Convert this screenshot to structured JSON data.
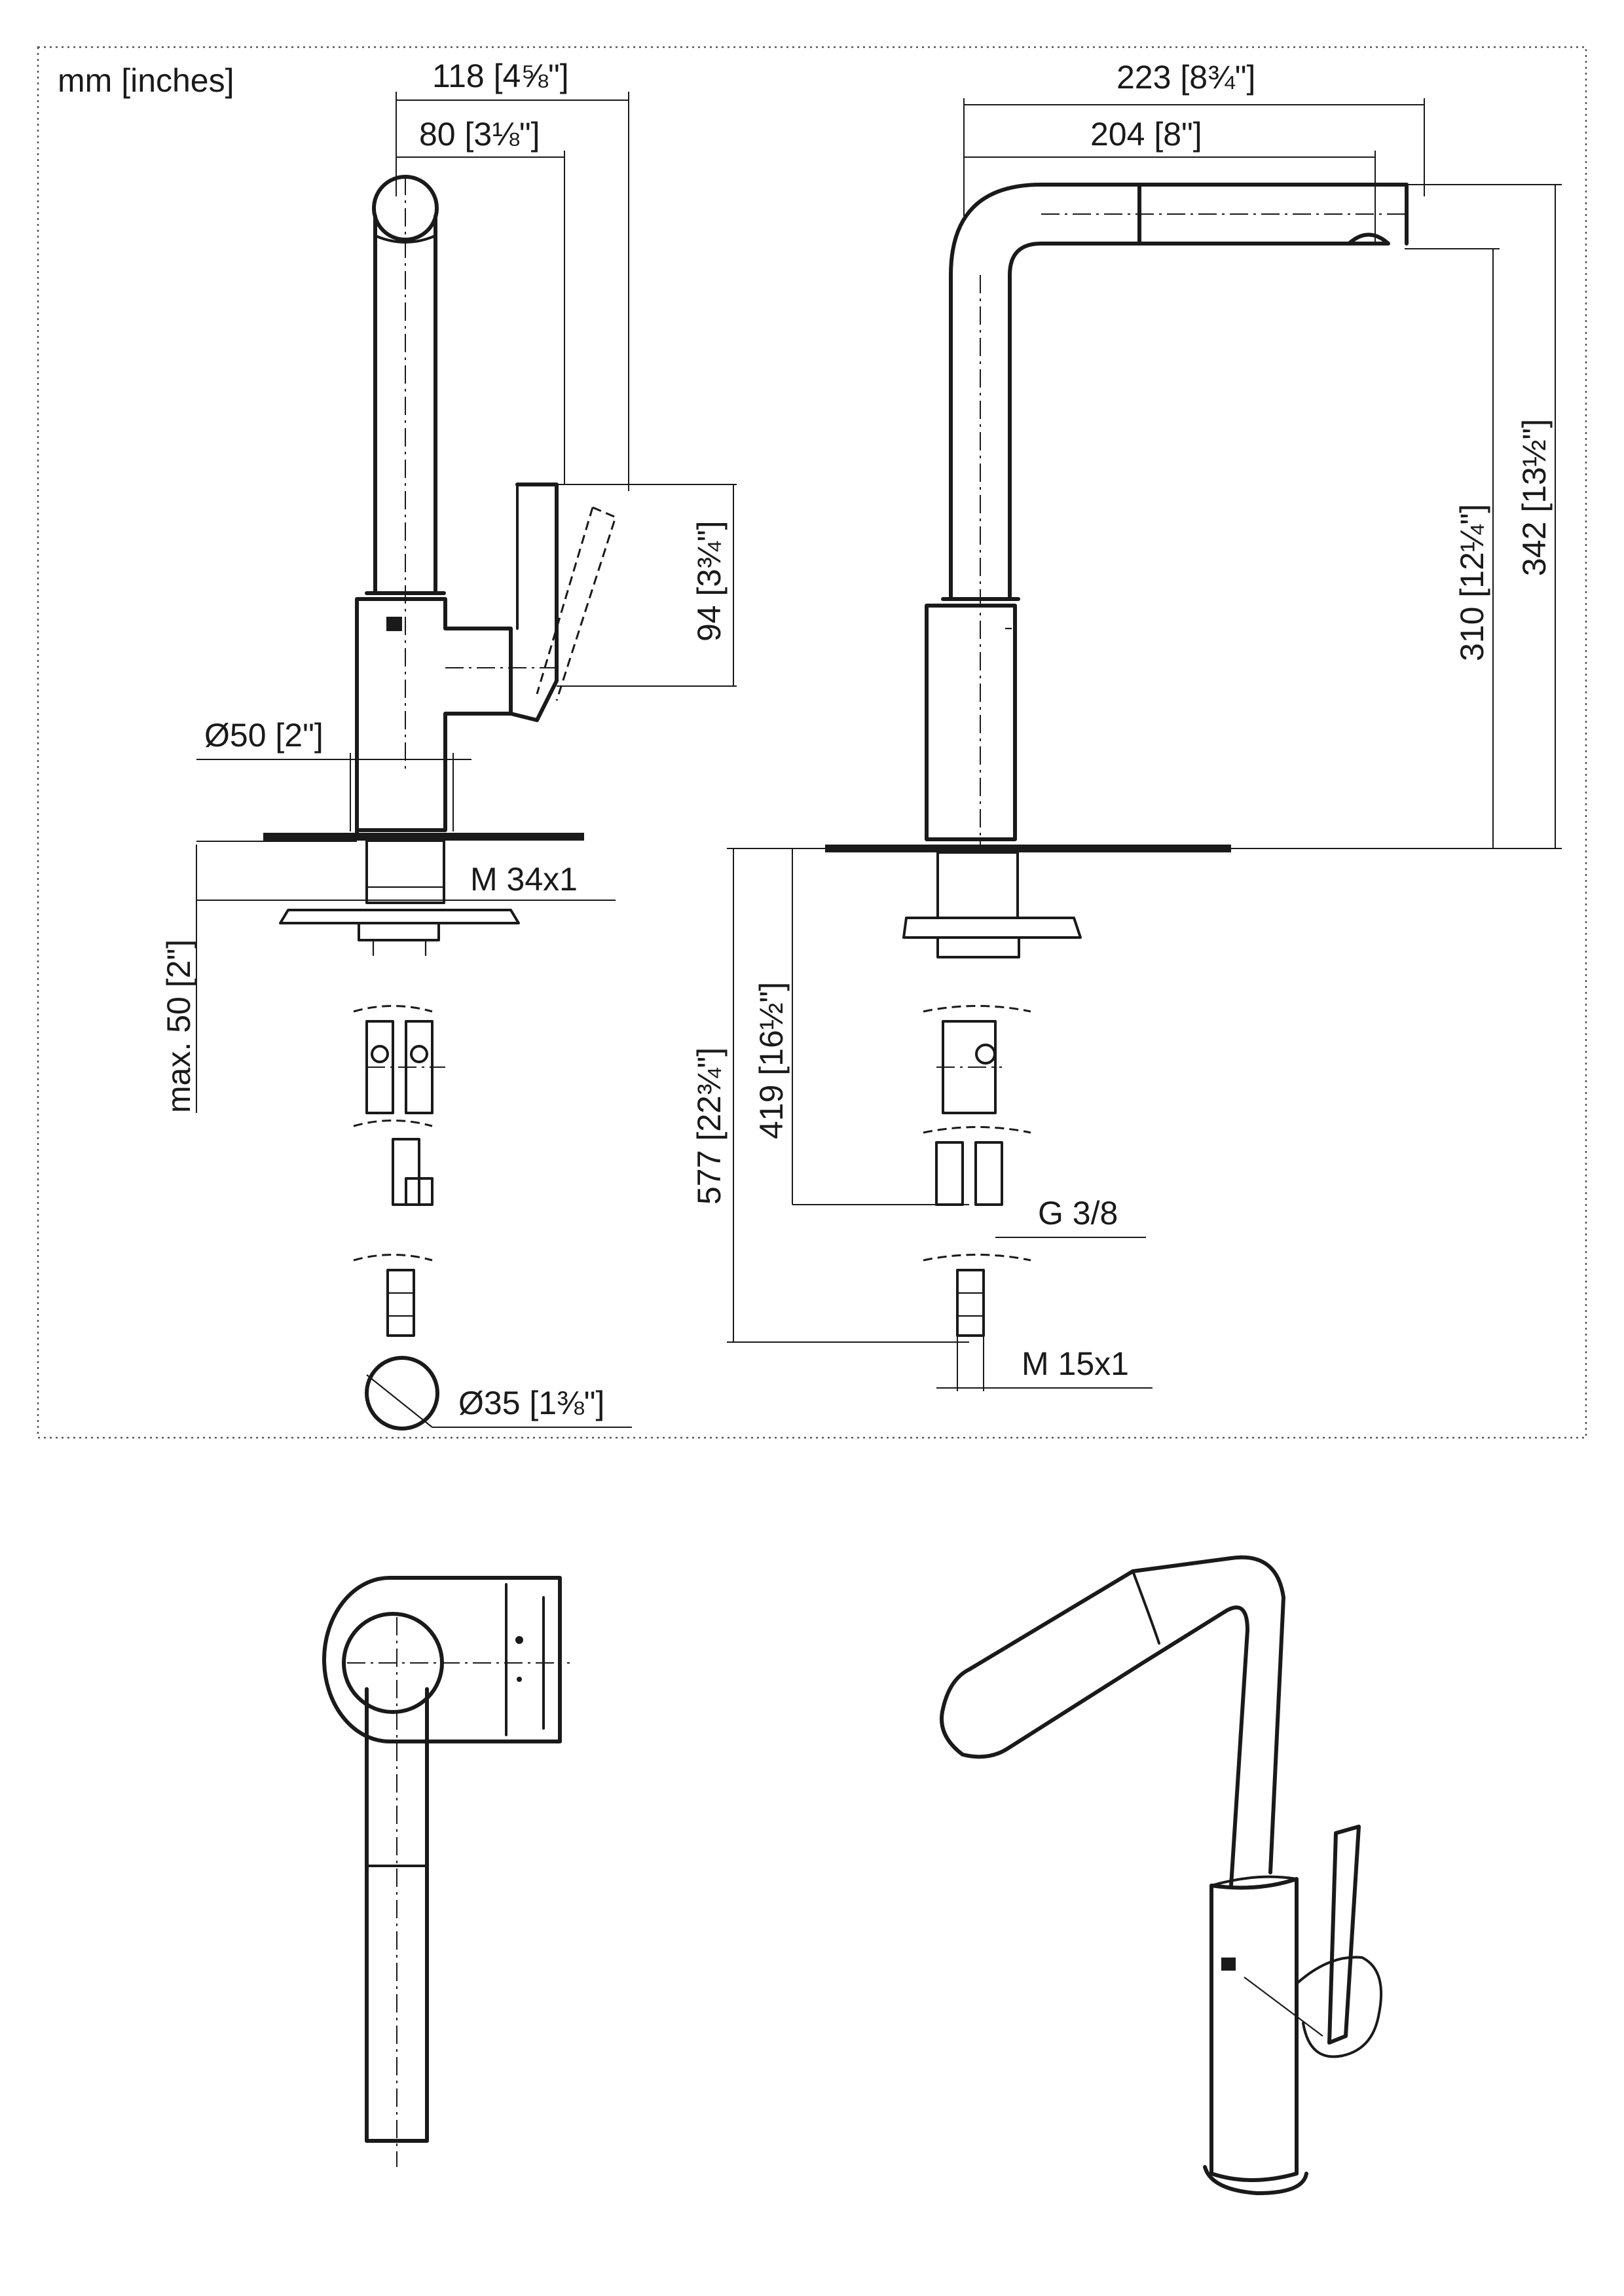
{
  "units_label": "mm [inches]",
  "dimensions": {
    "width_118": "118 [4⅝\"]",
    "width_80": "80 [3⅛\"]",
    "handle_94": "94 [3¾\"]",
    "dia_50": "Ø50 [2\"]",
    "thread_m34": "M 34x1",
    "max_50": "max. 50 [2\"]",
    "dia_35": "Ø35 [1⅜\"]",
    "reach_223": "223 [8¾\"]",
    "reach_204": "204 [8\"]",
    "height_342": "342 [13½\"]",
    "height_310": "310 [12¼\"]",
    "hose_577": "577 [22¾\"]",
    "hose_419": "419 [16½\"]",
    "thread_g38": "G 3/8",
    "thread_m15": "M 15x1"
  }
}
